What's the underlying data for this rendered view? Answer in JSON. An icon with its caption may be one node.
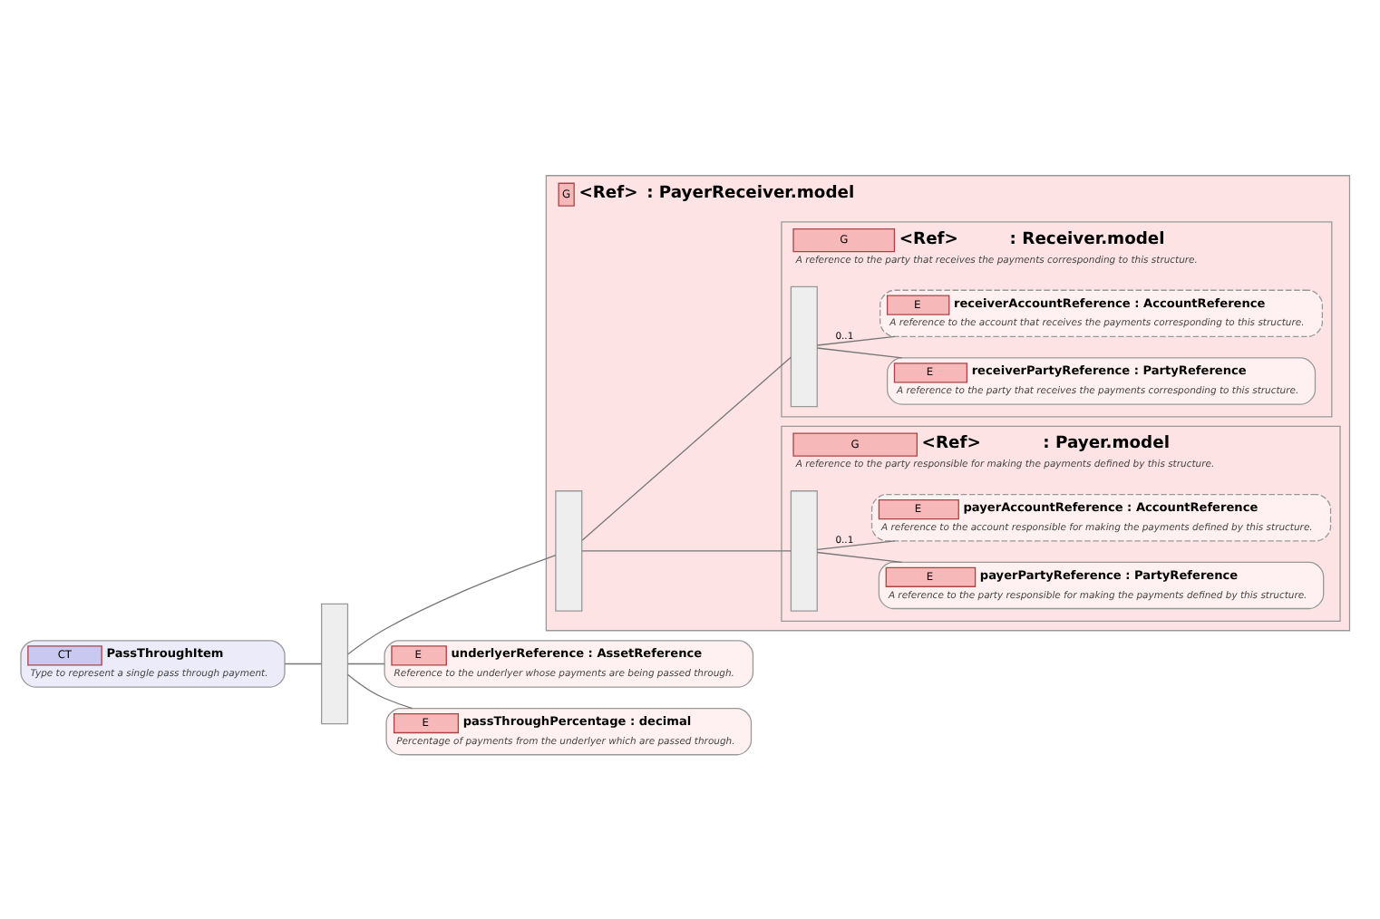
{
  "diagram": {
    "nodes": [
      {
        "text": [
          "CT",
          "PassThroughItem",
          "Type to represent a single pass through payment."
        ]
      },
      {
        "text": [],
        "shape": "box"
      },
      {
        "text": [
          "G",
          "<Ref>",
          ": PayerReceiver.model"
        ]
      },
      {
        "text": [],
        "shape": "box",
        "in": 2
      },
      {
        "text": [
          "G",
          "<Ref>",
          ": Payer.model",
          "A reference to the party responsible for making the payments defined by this structure."
        ],
        "in": 2
      },
      {
        "text": [],
        "shape": "box",
        "in": 4
      },
      {
        "text": [
          "E",
          "payerPartyReference : PartyReference",
          "A reference to the party responsible for making the payments defined by this structure."
        ],
        "in": 4
      },
      {
        "text": [
          "E",
          "payerAccountReference : AccountReference",
          "A reference to the account responsible for making the payments defined by this structure."
        ],
        "in": 4
      },
      {
        "text": [
          "G",
          "<Ref>",
          ": Receiver.model",
          "A reference to the party that receives the payments corresponding to this structure."
        ],
        "in": 2
      },
      {
        "text": [],
        "shape": "box",
        "in": 8
      },
      {
        "text": [
          "E",
          "receiverPartyReference : PartyReference",
          "A reference to the party that receives the payments corresponding to this structure."
        ],
        "in": 8
      },
      {
        "text": [
          "E",
          "receiverAccountReference : AccountReference",
          "A reference to the account that receives the payments corresponding to this structure."
        ],
        "in": 8
      },
      {
        "text": [
          "E",
          "underlyerReference : AssetReference",
          "Reference to the underlyer whose payments are being passed through."
        ]
      },
      {
        "text": [
          "E",
          "passThroughPercentage : decimal",
          "Percentage of payments from the underlyer which are passed through."
        ]
      }
    ],
    "edges": [
      {
        "from": 0,
        "to": 1,
        "arrow": "none"
      },
      {
        "from": 1,
        "to": 3,
        "arrow": "none"
      },
      {
        "from": 3,
        "to": 5,
        "arrow": "none"
      },
      {
        "from": 5,
        "to": 6,
        "arrow": "none"
      },
      {
        "from": 5,
        "to": 7,
        "arrow": "none",
        "label": "0..1"
      },
      {
        "from": 3,
        "to": 9,
        "arrow": "none"
      },
      {
        "from": 9,
        "to": 10,
        "arrow": "none"
      },
      {
        "from": 9,
        "to": 11,
        "arrow": "none",
        "label": "0..1"
      },
      {
        "from": 1,
        "to": 12,
        "arrow": "none"
      },
      {
        "from": 1,
        "to": 13,
        "arrow": "none"
      }
    ]
  }
}
